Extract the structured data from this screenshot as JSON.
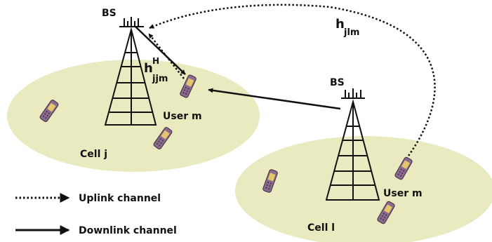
{
  "colors": {
    "cell_fill": "#eaeac0",
    "ink": "#111111",
    "phone_body": "#8a6a8e",
    "phone_screen": "#e3c76a"
  },
  "labels": {
    "bs_left": "BS",
    "bs_right": "BS",
    "h_jlm_main": "h",
    "h_jlm_sub": "jlm",
    "h_jjm_main": "h",
    "h_jjm_sup": "H",
    "h_jjm_sub": "jjm",
    "user_m_left": "User m",
    "user_m_right": "User m",
    "cell_j": "Cell j",
    "cell_l": "Cell l"
  },
  "legend": {
    "uplink": "Uplink channel",
    "downlink": "Downlink channel"
  }
}
